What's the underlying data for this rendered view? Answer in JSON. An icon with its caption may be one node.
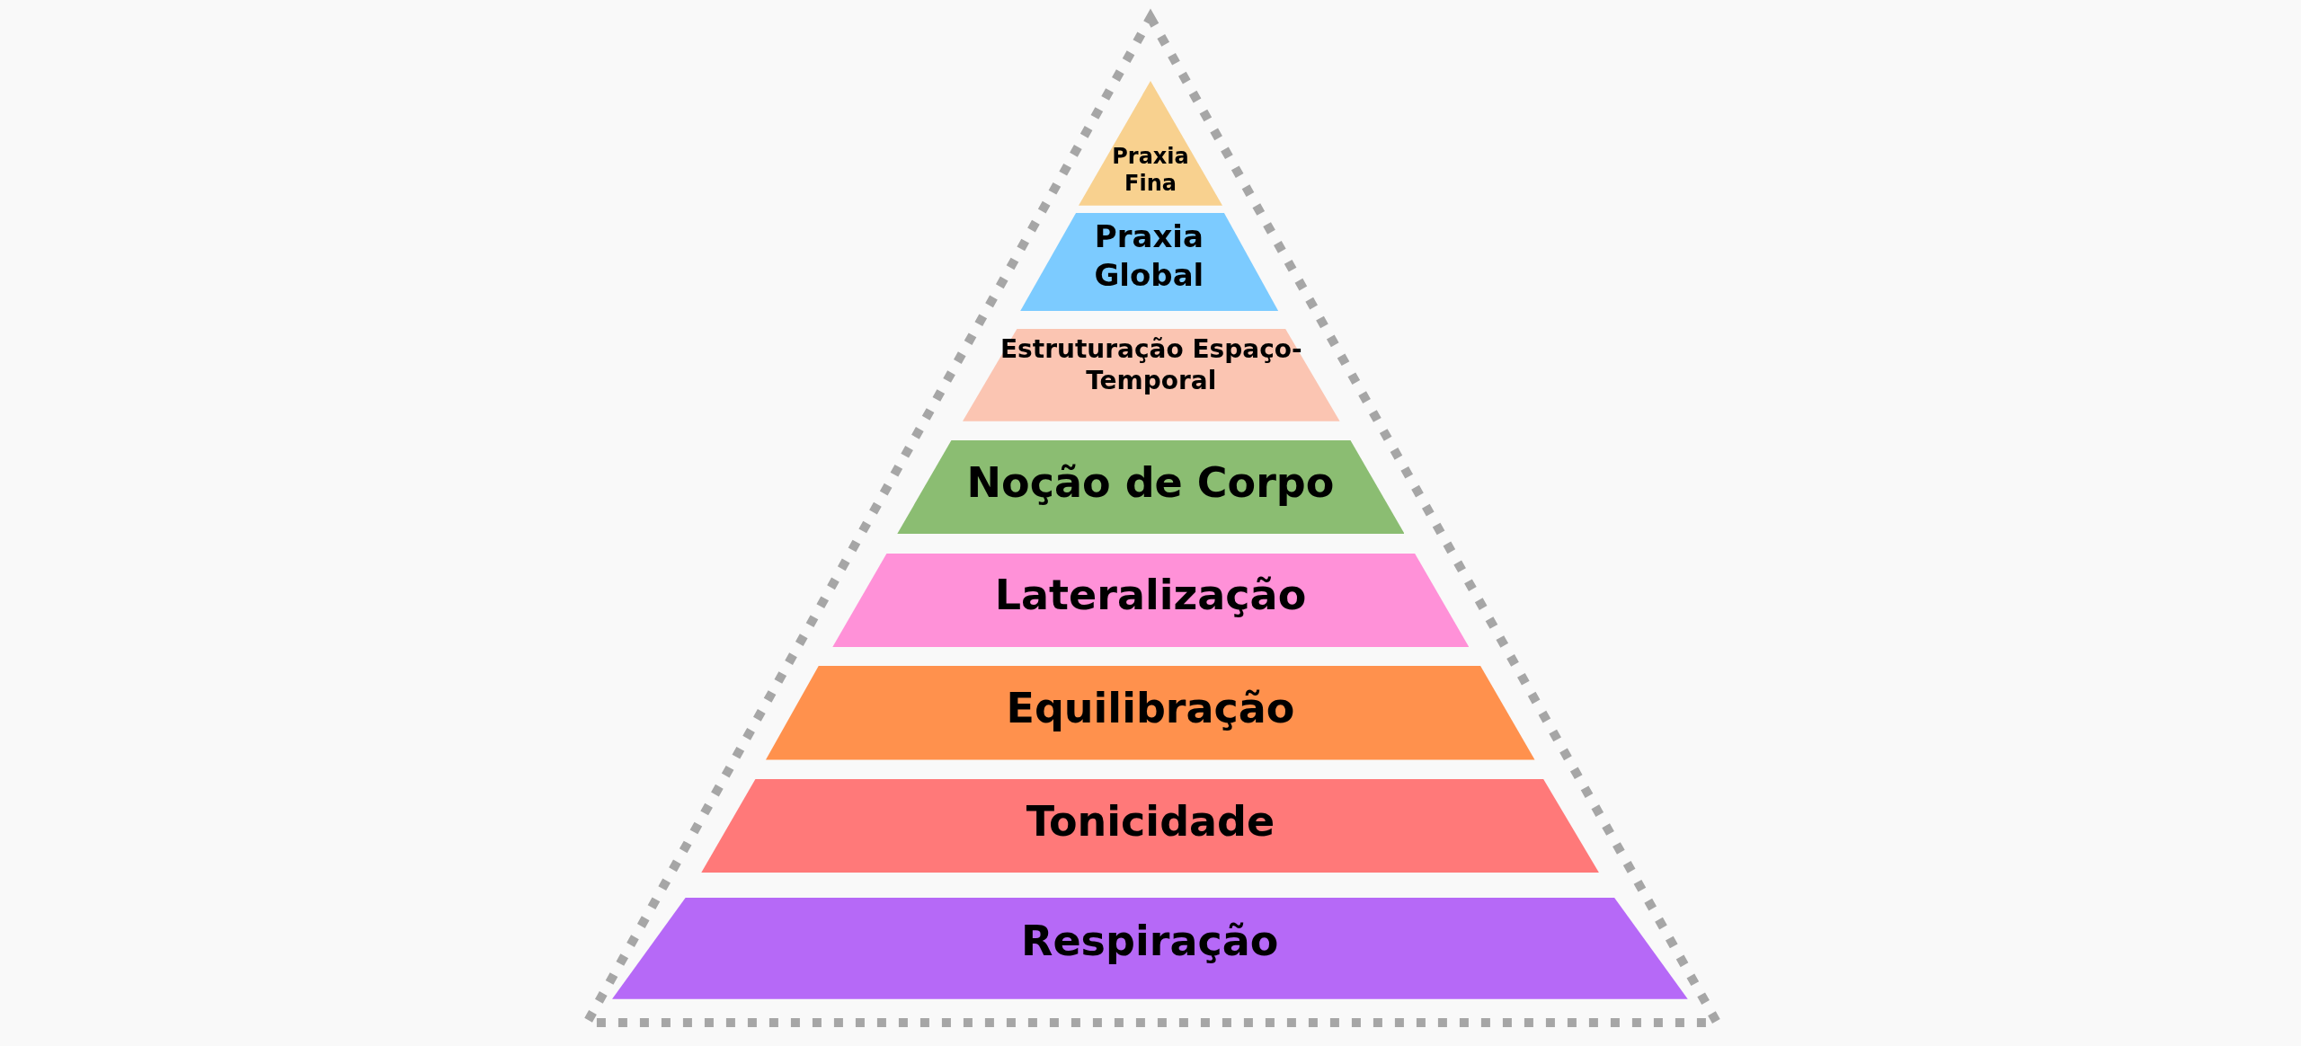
{
  "diagram": {
    "nodes": [
      {
        "text": [
          "Praxia Fina"
        ]
      },
      {
        "text": [
          "Praxia Global"
        ]
      },
      {
        "text": [
          "Estruturação Espaço-Temporal"
        ]
      },
      {
        "text": [
          "Noção de Corpo"
        ]
      },
      {
        "text": [
          "Lateralização"
        ]
      },
      {
        "text": [
          "Equilibração"
        ]
      },
      {
        "text": [
          "Tonicidade"
        ]
      },
      {
        "text": [
          "Respiração"
        ]
      }
    ]
  }
}
